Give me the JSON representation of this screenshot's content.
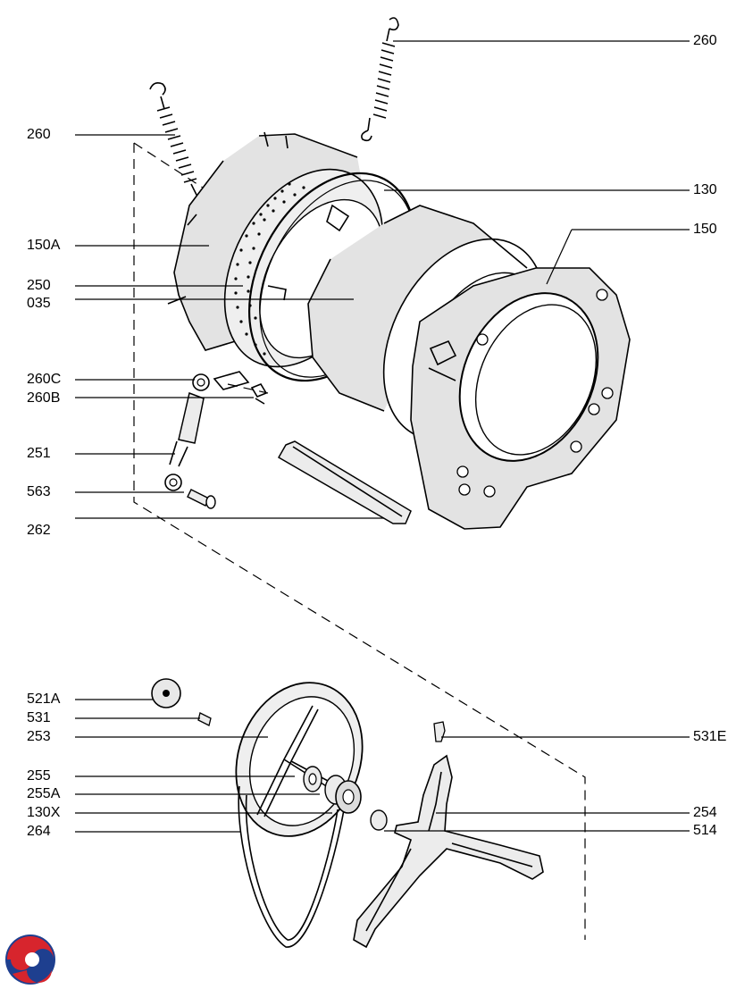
{
  "labels": {
    "l260_top": "260",
    "l260_left": "260",
    "l130": "130",
    "l150": "150",
    "l150A": "150A",
    "l250": "250",
    "l035": "035",
    "l260C": "260C",
    "l260B": "260B",
    "l251": "251",
    "l563": "563",
    "l262": "262",
    "l521A": "521A",
    "l531": "531",
    "l253": "253",
    "l531E": "531E",
    "l255": "255",
    "l255A": "255A",
    "l130X": "130X",
    "l254": "254",
    "l264": "264",
    "l514": "514"
  },
  "logo": {
    "colors": [
      "#1e3f8f",
      "#d7252d"
    ]
  },
  "colors": {
    "line": "#000000",
    "shade": "#e3e3e3",
    "background": "#ffffff"
  }
}
